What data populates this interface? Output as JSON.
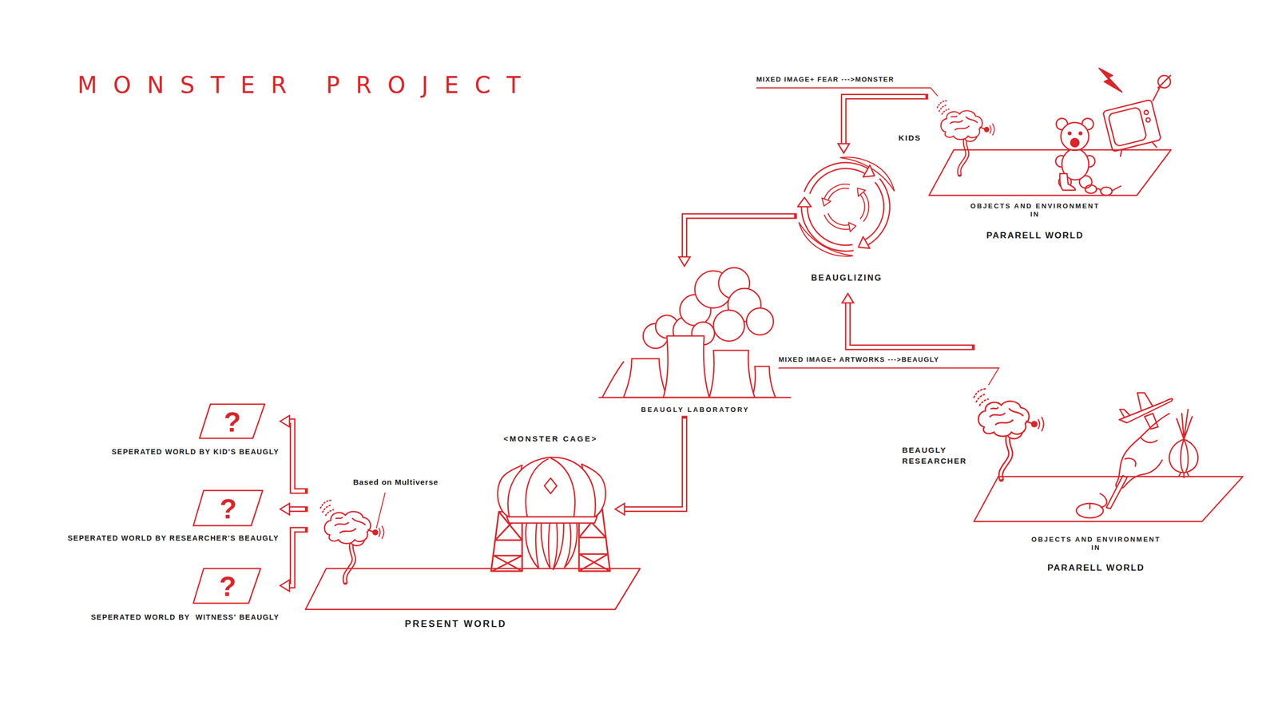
{
  "diagram": {
    "title": "MONSTER PROJECT",
    "nodes": [
      {
        "text": [
          "OBJECTS AND ENVIRONMENT IN",
          "PARARELL WORLD"
        ]
      },
      {
        "text": [
          "BEAUGLIZING"
        ]
      },
      {
        "text": [
          "BEAUGLY LABORATORY"
        ]
      },
      {
        "text": [
          "OBJECTS AND ENVIRONMENT IN",
          "PARARELL WORLD"
        ]
      },
      {
        "text": [
          "PRESENT WORLD"
        ]
      },
      {
        "text": [
          "<MONSTER CAGE>"
        ],
        "in": 4
      },
      {
        "text": [
          "?",
          "SEPERATED WORLD BY KID'S BEAUGLY"
        ]
      },
      {
        "text": [
          "?",
          "SEPERATED WORLD BY RESEARCHER'S BEAUGLY"
        ]
      },
      {
        "text": [
          "?",
          "SEPERATED WORLD BY  WITNESS' BEAUGLY"
        ]
      }
    ],
    "edges": [
      {
        "from": 0,
        "to": 1,
        "arrow": "to",
        "label": "MIXED IMAGE+ FEAR --->MONSTER"
      },
      {
        "from": 3,
        "to": 1,
        "arrow": "to",
        "label": "MIXED IMAGE+ ARTWORKS --->BEAUGLY"
      },
      {
        "from": 1,
        "to": 2,
        "arrow": "to"
      },
      {
        "from": 2,
        "to": 5,
        "arrow": "to"
      },
      {
        "from": 4,
        "to": 6,
        "arrow": "to"
      },
      {
        "from": 4,
        "to": 7,
        "arrow": "to"
      },
      {
        "from": 4,
        "to": 8,
        "arrow": "to"
      }
    ],
    "labels": [
      "KIDS",
      "BEAUGLY RESEARCHER",
      "Based on Multiverse"
    ]
  }
}
